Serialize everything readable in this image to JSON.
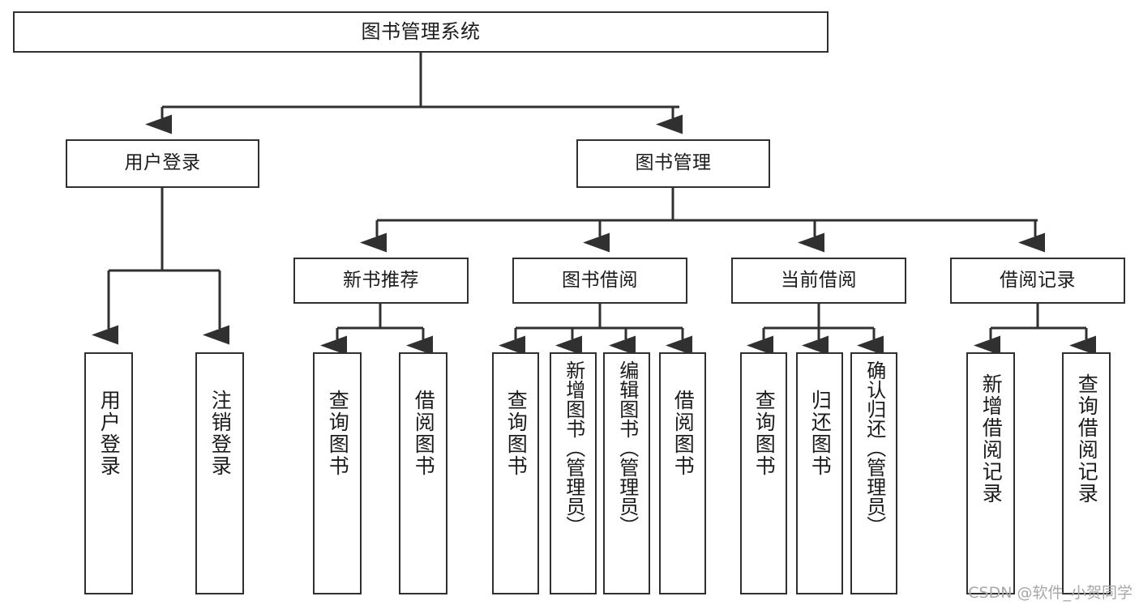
{
  "diagram": {
    "type": "tree-hierarchy",
    "title": "图书管理系统",
    "orientation": "top-down",
    "colors": {
      "box_border": "#303030",
      "box_fill": "#ffffff",
      "connector": "#303030",
      "text": "#1b1b1b",
      "watermark": "#a8a8a8"
    },
    "watermark": "CSDN @软件_小贺同学",
    "nodes": {
      "root": {
        "label": "图书管理系统",
        "level": 0
      },
      "level1": [
        {
          "id": "user-login",
          "label": "用户登录"
        },
        {
          "id": "book-management",
          "label": "图书管理"
        }
      ],
      "level2": [
        {
          "id": "new-book-recommend",
          "label": "新书推荐",
          "parent": "book-management"
        },
        {
          "id": "book-borrow",
          "label": "图书借阅",
          "parent": "book-management"
        },
        {
          "id": "current-borrow",
          "label": "当前借阅",
          "parent": "book-management"
        },
        {
          "id": "borrow-record",
          "label": "借阅记录",
          "parent": "book-management"
        }
      ],
      "leaves": {
        "user_login": [
          {
            "id": "leaf-user-login",
            "label": "用户登录"
          },
          {
            "id": "leaf-logout-login",
            "label": "注销登录"
          }
        ],
        "new_book_recommend": [
          {
            "id": "leaf-query-book-1",
            "label": "查询图书"
          },
          {
            "id": "leaf-borrow-book-1",
            "label": "借阅图书"
          }
        ],
        "book_borrow": [
          {
            "id": "leaf-query-book-2",
            "label": "查询图书"
          },
          {
            "id": "leaf-add-book",
            "label": "新增图书（管理员）"
          },
          {
            "id": "leaf-edit-book",
            "label": "编辑图书（管理员）"
          },
          {
            "id": "leaf-borrow-book-2",
            "label": "借阅图书"
          }
        ],
        "current_borrow": [
          {
            "id": "leaf-query-book-3",
            "label": "查询图书"
          },
          {
            "id": "leaf-return-book",
            "label": "归还图书"
          },
          {
            "id": "leaf-confirm-return",
            "label": "确认归还（管理员）"
          }
        ],
        "borrow_record": [
          {
            "id": "leaf-add-record",
            "label": "新增借阅记录"
          },
          {
            "id": "leaf-query-record",
            "label": "查询借阅记录"
          }
        ]
      }
    }
  }
}
